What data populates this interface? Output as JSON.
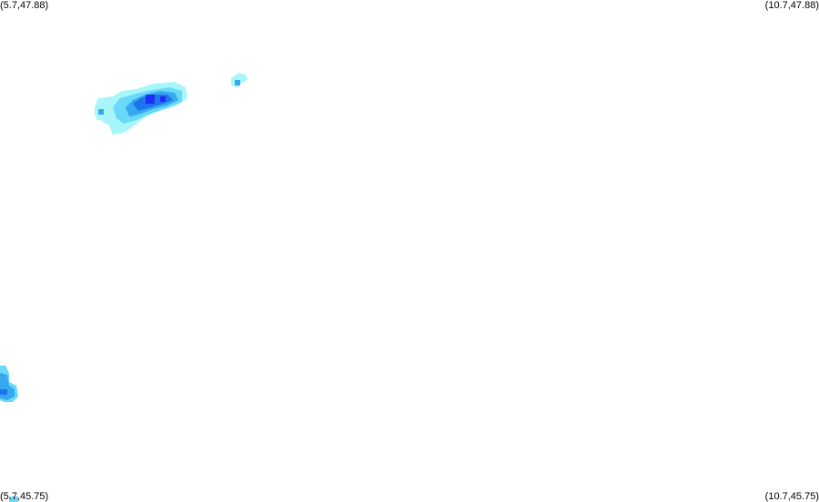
{
  "corners": {
    "top_left": "(5.7,47.88)",
    "top_right": "(10.7,47.88)",
    "bottom_left": "(5.7,45.75)",
    "bottom_right": "(10.7,45.75)"
  },
  "colors": {
    "background": "#ffffff",
    "level_1": "#a6f6fa",
    "level_2": "#6ad8f8",
    "level_3": "#35a8f0",
    "level_4": "#1d74ec",
    "level_5": "#1f2ef6"
  }
}
